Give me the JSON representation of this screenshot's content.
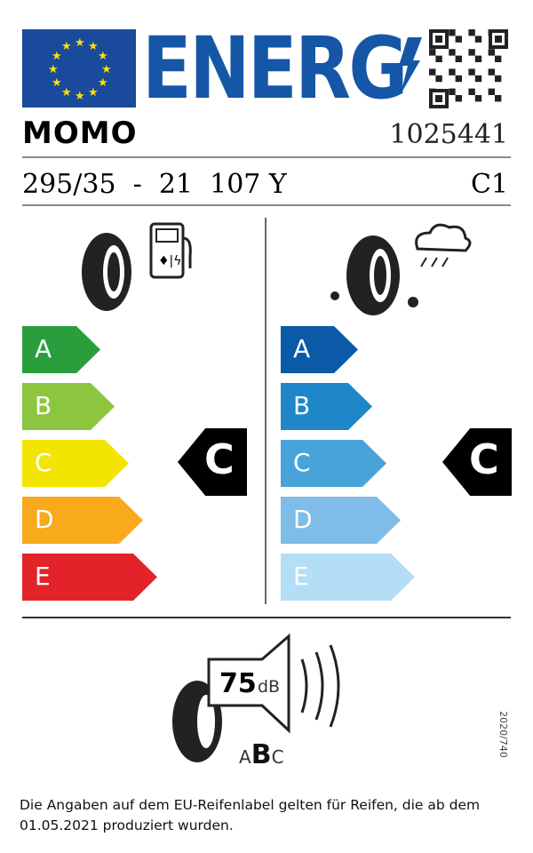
{
  "header": {
    "logo_text": "ENERG",
    "brand": "MOMO",
    "article_number": "1025441"
  },
  "tyre": {
    "size": "295/35",
    "separator": "-",
    "rim": "21",
    "load_index": "107",
    "speed_index": "Y",
    "class": "C1"
  },
  "fuel_efficiency": {
    "grades": [
      "A",
      "B",
      "C",
      "D",
      "E"
    ],
    "selected": "C",
    "colors": [
      "#2a9d3c",
      "#8cc63f",
      "#f2e500",
      "#f8aa1c",
      "#e3232a"
    ]
  },
  "wet_grip": {
    "grades": [
      "A",
      "B",
      "C",
      "D",
      "E"
    ],
    "selected": "C",
    "colors": [
      "#0b5aa8",
      "#1e86c9",
      "#48a3da",
      "#7fbce7",
      "#b4def5"
    ]
  },
  "noise": {
    "value": "75",
    "unit": "dB",
    "classes": [
      "A",
      "B",
      "C"
    ],
    "selected_class": "B"
  },
  "regulation": "2020/740",
  "footer": "Die Angaben auf dem EU-Reifenlabel gelten für Reifen, die ab dem 01.05.2021 produziert wurden."
}
